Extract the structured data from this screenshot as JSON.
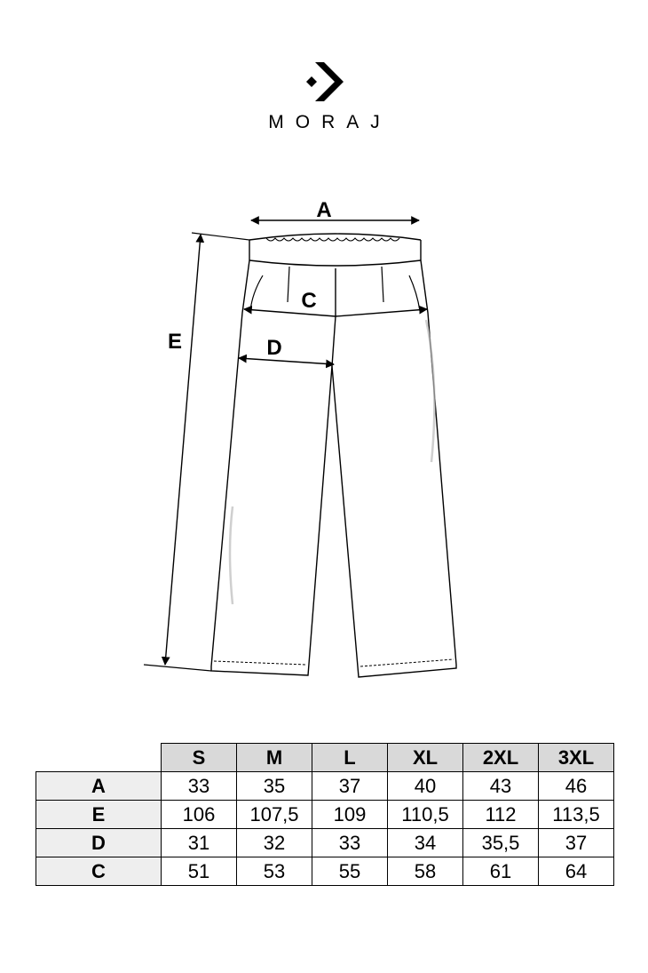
{
  "brand": {
    "name": "MORAJ"
  },
  "diagram": {
    "labels": {
      "a": "A",
      "c": "C",
      "d": "D",
      "e": "E"
    }
  },
  "size_table": {
    "columns": [
      "S",
      "M",
      "L",
      "XL",
      "2XL",
      "3XL"
    ],
    "rows": [
      {
        "label": "A",
        "values": [
          "33",
          "35",
          "37",
          "40",
          "43",
          "46"
        ]
      },
      {
        "label": "E",
        "values": [
          "106",
          "107,5",
          "109",
          "110,5",
          "112",
          "113,5"
        ]
      },
      {
        "label": "D",
        "values": [
          "31",
          "32",
          "33",
          "34",
          "35,5",
          "37"
        ]
      },
      {
        "label": "C",
        "values": [
          "51",
          "53",
          "55",
          "58",
          "61",
          "64"
        ]
      }
    ]
  }
}
